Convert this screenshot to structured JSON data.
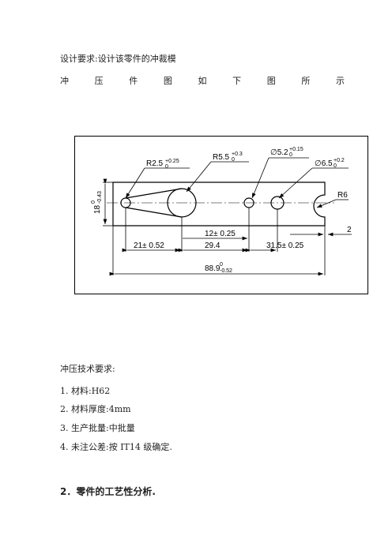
{
  "document": {
    "design_requirement": "设计要求:设计该零件的冲裁模",
    "figure_caption_chars": [
      "冲",
      "压",
      "件",
      "图",
      "如",
      "下",
      "图",
      "所",
      "示"
    ],
    "drawing": {
      "labels": {
        "r_small": "R2.5",
        "r_small_tol_upper": "+0.25",
        "r_small_tol_lower": "0",
        "r_large": "R5.5",
        "r_large_tol_upper": "+0.3",
        "r_large_tol_lower": "0",
        "dia_small": "∅5.2",
        "dia_small_tol_upper": "+0.15",
        "dia_small_tol_lower": "0",
        "dia_large": "∅6.5",
        "dia_large_tol_upper": "+0.2",
        "dia_large_tol_lower": "0",
        "r_end": "R6",
        "height": "18",
        "height_tol_upper": "0",
        "height_tol_lower": "-0.43",
        "dim_12": "12± 0.25",
        "dim_2": "2",
        "dim_21": "21± 0.52",
        "dim_29": "29.4",
        "dim_31": "31.5± 0.25",
        "overall": "88.9",
        "overall_tol_upper": "0",
        "overall_tol_lower": "-0.52"
      }
    },
    "tech_requirements_title": "冲压技术要求:",
    "tech_requirements": [
      "1. 材料:H62",
      "2. 材料厚度:4mm",
      "3. 生产批量:中批量",
      "4. 未注公差:按 IT14 级确定."
    ],
    "section_heading": "2．零件的工艺性分析."
  }
}
